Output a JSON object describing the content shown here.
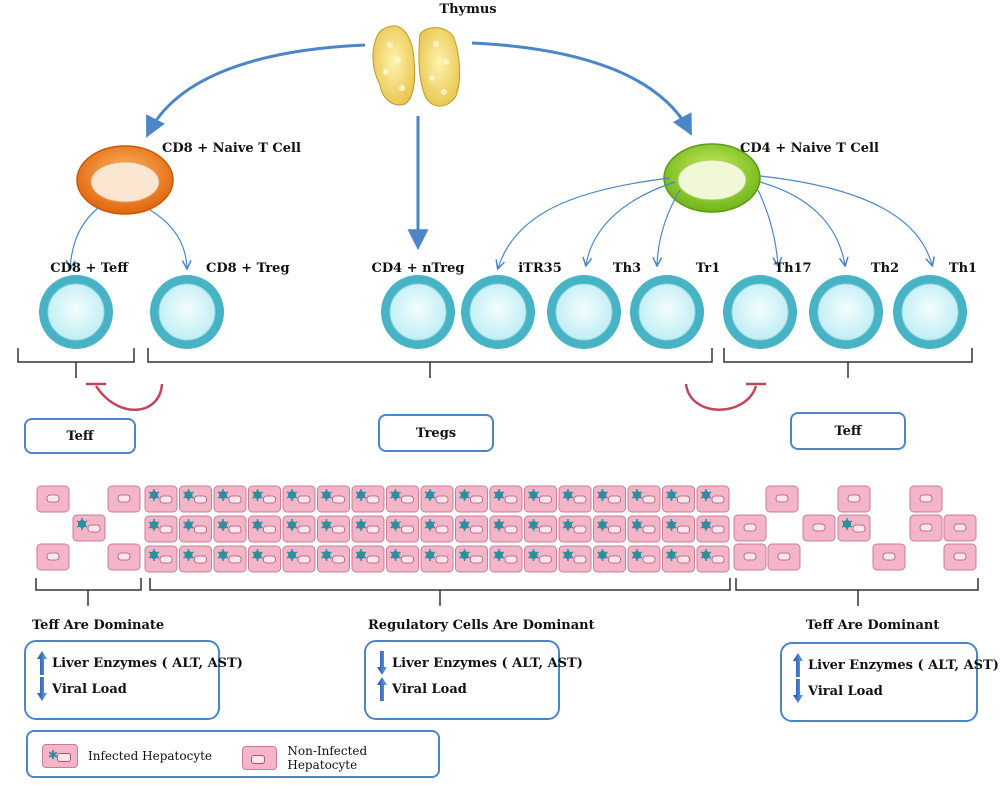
{
  "thymus": {
    "label": "Thymus"
  },
  "naive": {
    "cd8": "CD8 + Naive T Cell",
    "cd4": "CD4 + Naive T Cell"
  },
  "cells": [
    {
      "label": "CD8 + Teff"
    },
    {
      "label": "CD8 + Treg"
    },
    {
      "label": "CD4 + nTreg"
    },
    {
      "label": ""
    },
    {
      "label": "iTR35"
    },
    {
      "label": "Th3"
    },
    {
      "label": "Tr1"
    },
    {
      "label": "Th17"
    },
    {
      "label": "Th2"
    },
    {
      "label": "Th1"
    }
  ],
  "groups": {
    "left": "Teff",
    "middle": "Tregs",
    "right": "Teff"
  },
  "dominance": {
    "left": "Teff Are Dominate",
    "middle": "Regulatory Cells Are Dominant",
    "right": "Teff Are Dominant"
  },
  "summary": {
    "left": {
      "enzymes": "Liver Enzymes ( ALT, AST)",
      "enzymes_dir": "up",
      "viral": "Viral Load",
      "viral_dir": "down"
    },
    "middle": {
      "enzymes": "Liver Enzymes ( ALT, AST)",
      "enzymes_dir": "down",
      "viral": "Viral Load",
      "viral_dir": "up"
    },
    "right": {
      "enzymes": "Liver Enzymes ( ALT, AST)",
      "enzymes_dir": "up",
      "viral": "Viral Load",
      "viral_dir": "down"
    }
  },
  "legend": {
    "infected": "Infected Hepatocyte",
    "noninfected": "Non-Infected Hepatocyte"
  },
  "colors": {
    "arrow": "#4a86c8",
    "tcell_ring": "#48b3c4",
    "tcell_fill": "#d8f5f8",
    "cd8_naive": "#f07a18",
    "cd4_naive": "#8ccd1e",
    "inhibit": "#c0475a",
    "hepatocyte": "#f5b5c8",
    "hepatocyte_border": "#c97d95",
    "virus": "#2f8d9e"
  },
  "icons": [
    "thymus-icon",
    "up-arrow-icon",
    "down-arrow-icon",
    "virus-icon"
  ]
}
